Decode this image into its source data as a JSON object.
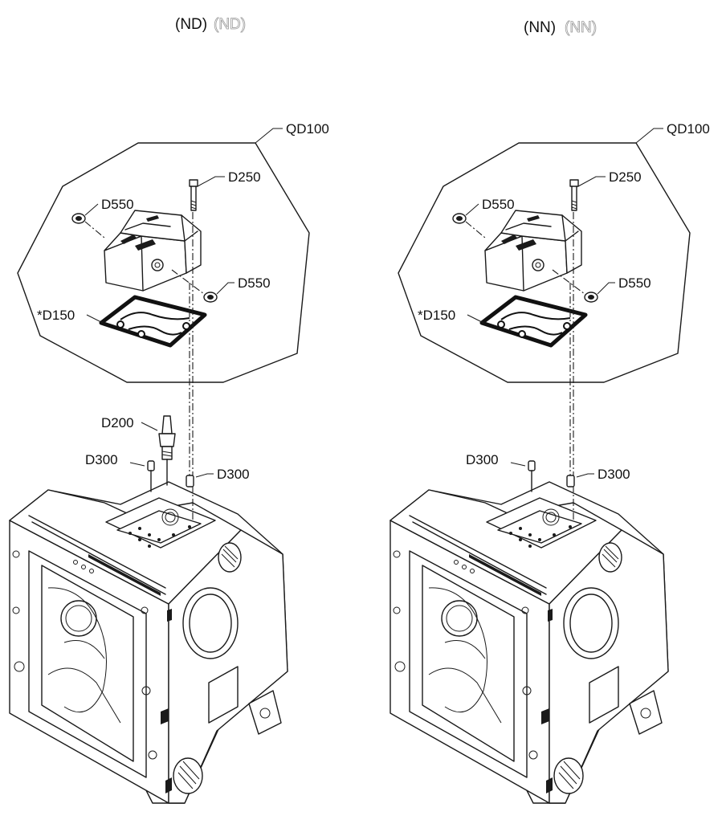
{
  "panels": [
    {
      "title_main": "(ND)",
      "title_ghost": "(ND)",
      "labels": {
        "kit": "QD100",
        "screw": "D250",
        "plug_upper": "D550",
        "plug_lower": "D550",
        "gasket": "*D150",
        "sensor": "D200",
        "pin_left": "D300",
        "pin_right": "D300"
      }
    },
    {
      "title_main": "(NN)",
      "title_ghost": "(NN)",
      "labels": {
        "kit": "QD100",
        "screw": "D250",
        "plug_upper": "D550",
        "plug_lower": "D550",
        "gasket": "*D150",
        "pin_left": "D300",
        "pin_right": "D300"
      }
    }
  ]
}
